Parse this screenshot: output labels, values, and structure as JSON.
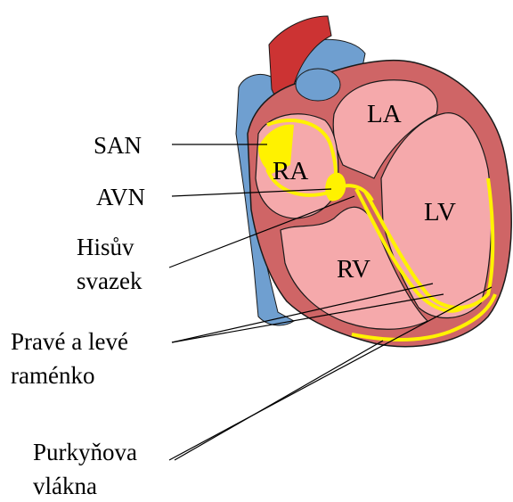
{
  "chambers": {
    "la": "LA",
    "ra": "RA",
    "lv": "LV",
    "rv": "RV"
  },
  "labels": {
    "san": "SAN",
    "avn": "AVN",
    "his_line1": "Hisův",
    "his_line2": "svazek",
    "branches_line1": "Pravé a levé",
    "branches_line2": "raménko",
    "purkinje_line1": "Purkyňova",
    "purkinje_line2": "vlákna"
  },
  "colors": {
    "vein": "#6f9fd0",
    "aorta": "#cc3333",
    "wall": "#cf6566",
    "chamber_fill": "#f5a9ab",
    "conduction": "#fff200",
    "outline": "#1a1a1a"
  }
}
